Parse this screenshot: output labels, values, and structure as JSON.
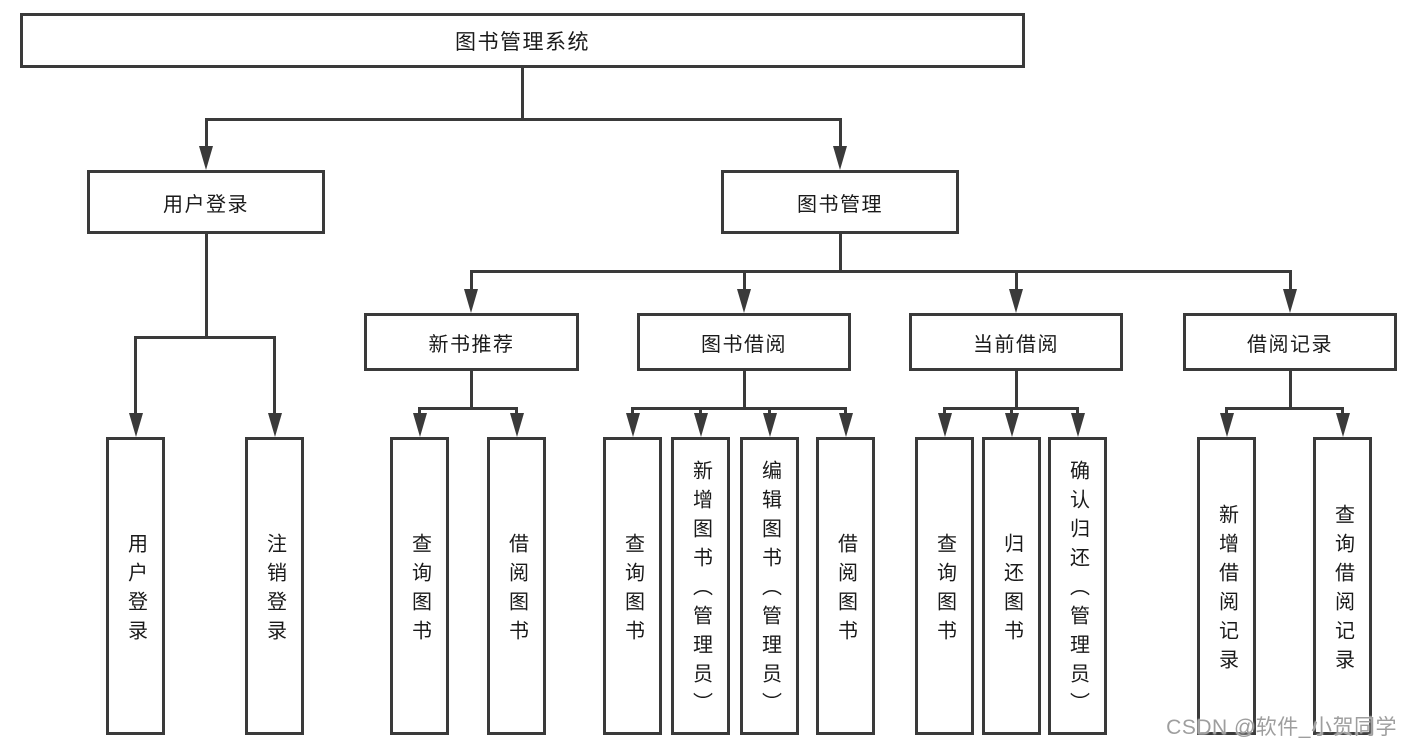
{
  "diagram": {
    "title": "图书管理系统",
    "root": {
      "label": "图书管理系统"
    },
    "level2": {
      "user_login": {
        "label": "用户登录"
      },
      "book_mgmt": {
        "label": "图书管理"
      }
    },
    "level3": {
      "new_books": {
        "label": "新书推荐"
      },
      "book_borrow": {
        "label": "图书借阅"
      },
      "current_borrow": {
        "label": "当前借阅"
      },
      "borrow_records": {
        "label": "借阅记录"
      }
    },
    "leaves": {
      "user_login": [
        {
          "label": "用户登录"
        },
        {
          "label": "注销登录"
        }
      ],
      "new_books": [
        {
          "label": "查询图书"
        },
        {
          "label": "借阅图书"
        }
      ],
      "book_borrow": [
        {
          "label": "查询图书"
        },
        {
          "label": "新增图书（管理员）"
        },
        {
          "label": "编辑图书（管理员）"
        },
        {
          "label": "借阅图书"
        }
      ],
      "current_borrow": [
        {
          "label": "查询图书"
        },
        {
          "label": "归还图书"
        },
        {
          "label": "确认归还（管理员）"
        }
      ],
      "borrow_records": [
        {
          "label": "新增借阅记录"
        },
        {
          "label": "查询借阅记录"
        }
      ]
    }
  },
  "watermark": {
    "text": "CSDN @软件_小贺同学"
  },
  "colors": {
    "line": "#3a3a3a",
    "text": "#1a1a1a",
    "watermark": "#9e9e9e",
    "background": "#ffffff"
  }
}
